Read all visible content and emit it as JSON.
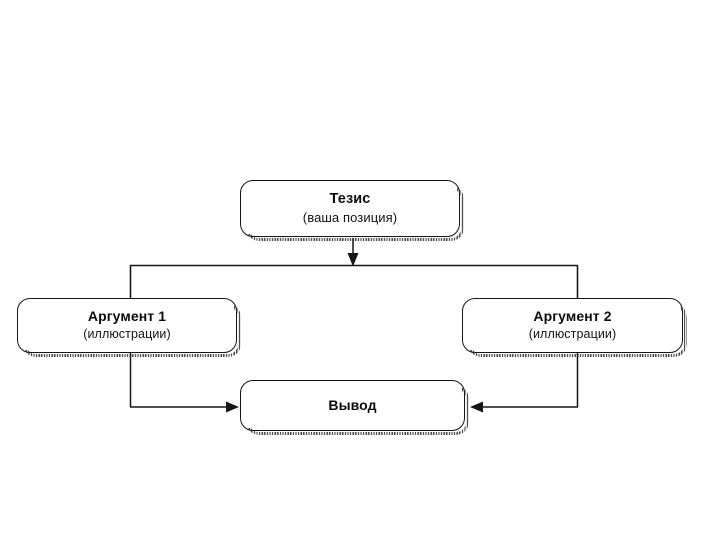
{
  "diagram": {
    "kind": "flowchart",
    "language": "ru",
    "background_color": "#ffffff",
    "stroke_color": "#161616",
    "text_color": "#0c0c0c",
    "nodes": [
      {
        "id": "thesis",
        "title": "Тезис",
        "subtitle": "(ваша позиция)",
        "shape": "rounded-rectangle",
        "has_shadow": true
      },
      {
        "id": "argument-1",
        "title": "Аргумент 1",
        "subtitle": "(иллюстрации)",
        "shape": "rounded-rectangle",
        "has_shadow": true
      },
      {
        "id": "argument-2",
        "title": "Аргумент 2",
        "subtitle": "(иллюстрации)",
        "shape": "rounded-rectangle",
        "has_shadow": true
      },
      {
        "id": "conclusion",
        "title": "Вывод",
        "subtitle": "",
        "shape": "rounded-rectangle",
        "has_shadow": true
      }
    ],
    "connectors": [
      {
        "id": "thesis-to-split",
        "from": "thesis",
        "to": "split-bus",
        "arrowhead": "thesis-down-arrowhead",
        "style": "solid"
      },
      {
        "id": "split-to-argument-1",
        "from": "split-bus",
        "to": "argument-1",
        "arrowhead": "none",
        "style": "solid"
      },
      {
        "id": "split-to-argument-2",
        "from": "split-bus",
        "to": "argument-2",
        "arrowhead": "none",
        "style": "solid"
      },
      {
        "id": "argument-1-to-conclusion",
        "from": "argument-1",
        "to": "conclusion",
        "arrowhead": "conclusion-left-arrowhead",
        "style": "solid"
      },
      {
        "id": "argument-2-to-conclusion",
        "from": "argument-2",
        "to": "conclusion",
        "arrowhead": "conclusion-right-arrowhead",
        "style": "solid"
      }
    ]
  }
}
